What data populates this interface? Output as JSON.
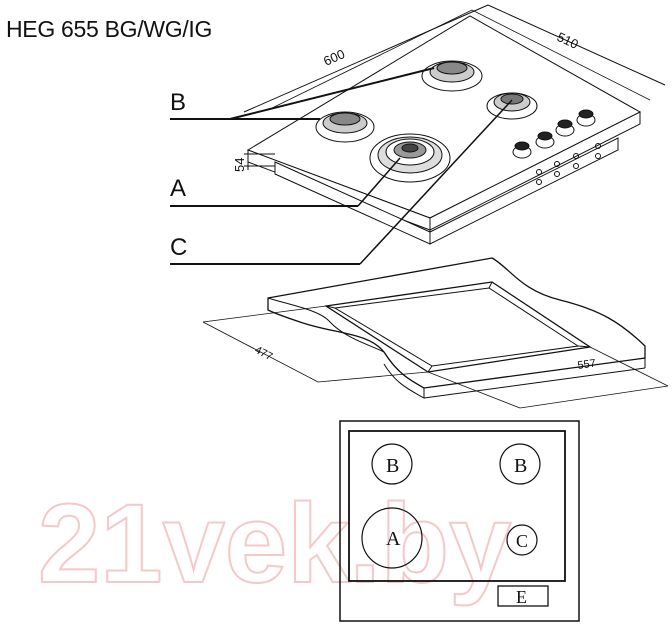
{
  "title": "HEG 655 BG/WG/IG",
  "hob": {
    "width_label": "600",
    "depth_label": "510",
    "height_label": "54",
    "callouts": [
      "B",
      "A",
      "C"
    ]
  },
  "cutout": {
    "depth_label": "477",
    "width_label": "557"
  },
  "layout": {
    "burners": [
      "B",
      "B",
      "A",
      "C"
    ],
    "control_label": "E"
  },
  "watermark": "21vek.by"
}
